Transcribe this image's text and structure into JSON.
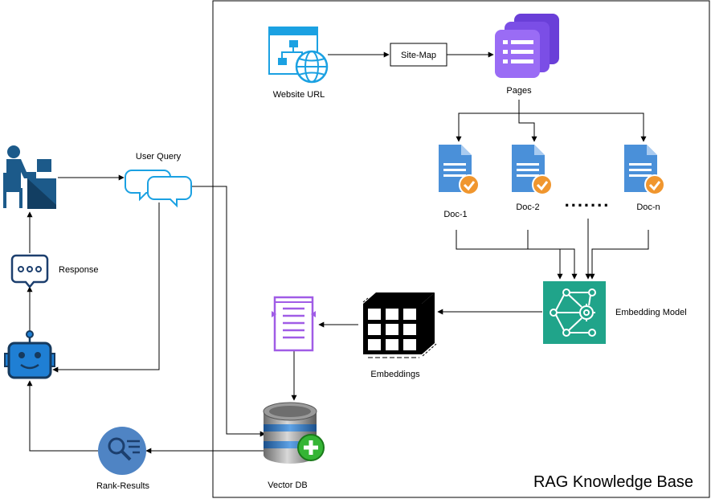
{
  "container": {
    "title": "RAG Knowledge Base"
  },
  "nodes": {
    "website_url": {
      "label": "Website URL",
      "icon": "sitemap-globe-icon"
    },
    "site_map": {
      "label": "Site-Map"
    },
    "pages": {
      "label": "Pages",
      "icon": "pages-stack-icon"
    },
    "docs": [
      {
        "label": "Doc-1",
        "icon": "document-check-icon"
      },
      {
        "label": "Doc-2",
        "icon": "document-check-icon"
      },
      {
        "label": "Doc-n",
        "icon": "document-check-icon"
      }
    ],
    "ellipsis": ".......",
    "embedding_model": {
      "label": "Embedding Model",
      "icon": "neural-network-gear-icon"
    },
    "embeddings": {
      "label": "Embeddings",
      "icon": "embeddings-cube-icon"
    },
    "index_doc": {
      "icon": "indexed-document-icon"
    },
    "vector_db": {
      "label": "Vector DB",
      "icon": "database-add-icon"
    },
    "rank_results": {
      "label": "Rank-Results",
      "icon": "ranked-search-icon"
    },
    "user": {
      "icon": "user-at-computer-icon"
    },
    "user_query": {
      "label": "User Query",
      "icon": "chat-bubbles-icon"
    },
    "response": {
      "label": "Response",
      "icon": "message-dots-icon"
    },
    "bot": {
      "icon": "chatbot-icon"
    }
  },
  "colors": {
    "blue_icon": "#1ba1e2",
    "doc_blue": "#4a90d9",
    "check_orange": "#f0962e",
    "pages_purple": "#8c5cf0",
    "model_green": "#20a48a",
    "index_purple": "#a05ce6",
    "bot_blue": "#1f7fd4",
    "rank_blue": "#4f84c4",
    "navy": "#1c3f6e"
  }
}
